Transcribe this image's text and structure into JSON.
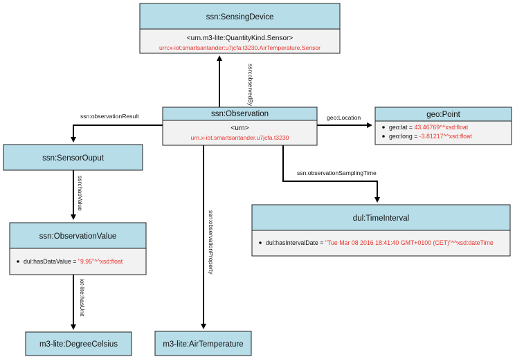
{
  "nodes": {
    "sensing_device": {
      "title": "ssn:SensingDevice",
      "type_line": "<urn.m3-lite:QuantityKind.Sensor>",
      "urn": "urn:x-iot:smartsantander:u7jcfa:t3230.AirTemperature.Sensor"
    },
    "observation": {
      "title": "ssn:Observation",
      "type_line": "<urn>",
      "urn": "urn.x-iot.smartsantander.u7jcfa.t3230"
    },
    "point": {
      "title": "geo:Point",
      "properties": [
        {
          "key": "geo:lat = ",
          "value": "43.46769^^xsd:float"
        },
        {
          "key": "geo:long = ",
          "value": "-3.81217^^xsd:float"
        }
      ]
    },
    "sensor_output": {
      "title": "ssn:SensorOuput"
    },
    "time_interval": {
      "title": "dul:TimeInterval",
      "properties": [
        {
          "key": "dul:hasIntervalDate = ",
          "value": "\"Tue Mar 08 2016 18:41:40 GMT+0100 (CET)\"^^xsd:dateTime"
        }
      ]
    },
    "observation_value": {
      "title": "ssn:ObservationValue",
      "properties": [
        {
          "key": "dul:hasDataValue = ",
          "value": "\"9.95\"^^xsd:float"
        }
      ]
    },
    "degree_celsius": {
      "title": "m3-lite:DegreeCelsius"
    },
    "air_temperature": {
      "title": "m3-lite:AirTemperature"
    }
  },
  "edges": {
    "observed_by": "ssn:observedBy",
    "observation_result": "ssn:observationResult",
    "location": "geo:Location",
    "sampling_time": "ssn:observationSamplingTime",
    "has_value": "ssn:hasValue",
    "observation_property": "ssn:observationProperty",
    "has_unit": "iot-lite:hasUnit"
  }
}
